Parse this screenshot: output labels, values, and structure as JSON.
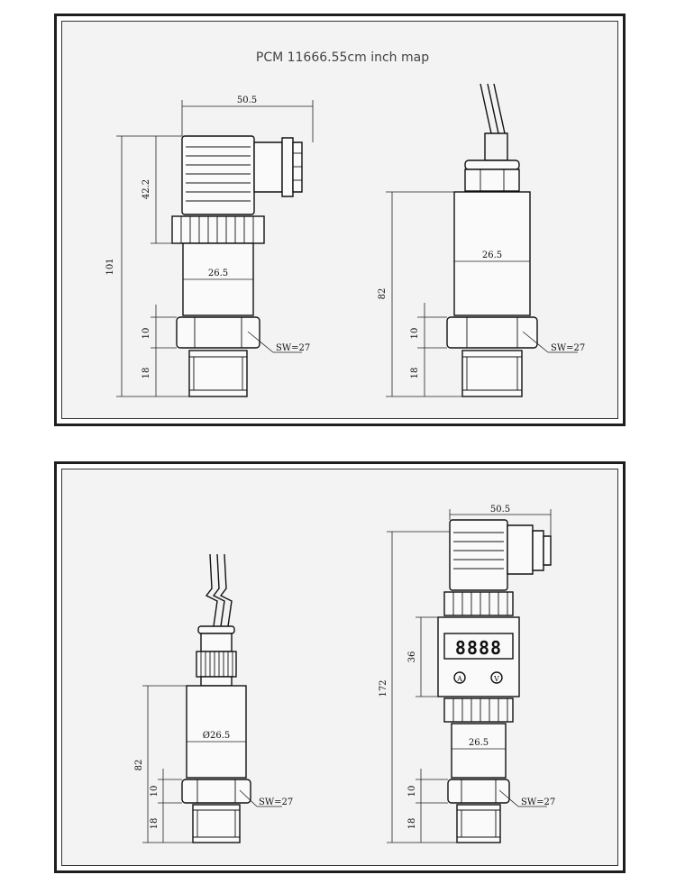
{
  "title": "PCM 11666.55cm inch map",
  "panel1": {
    "left": {
      "width_top": "50.5",
      "height_total": "101",
      "height_connector": "42.2",
      "width_body": "26.5",
      "height_hex": "10",
      "height_thread": "18",
      "wrench": "SW=27"
    },
    "right": {
      "height_total": "82",
      "width_body": "26.5",
      "height_hex": "10",
      "height_thread": "18",
      "wrench": "SW=27"
    }
  },
  "panel2": {
    "left": {
      "height_total": "82",
      "diameter": "Ø26.5",
      "height_hex": "10",
      "height_thread": "18",
      "wrench": "SW=27"
    },
    "right": {
      "width_top": "50.5",
      "height_total": "172",
      "height_display": "36",
      "width_body": "26.5",
      "height_hex": "10",
      "height_thread": "18",
      "wrench": "SW=27",
      "display_digits": "8888",
      "button_a": "A",
      "button_v": "V"
    }
  }
}
